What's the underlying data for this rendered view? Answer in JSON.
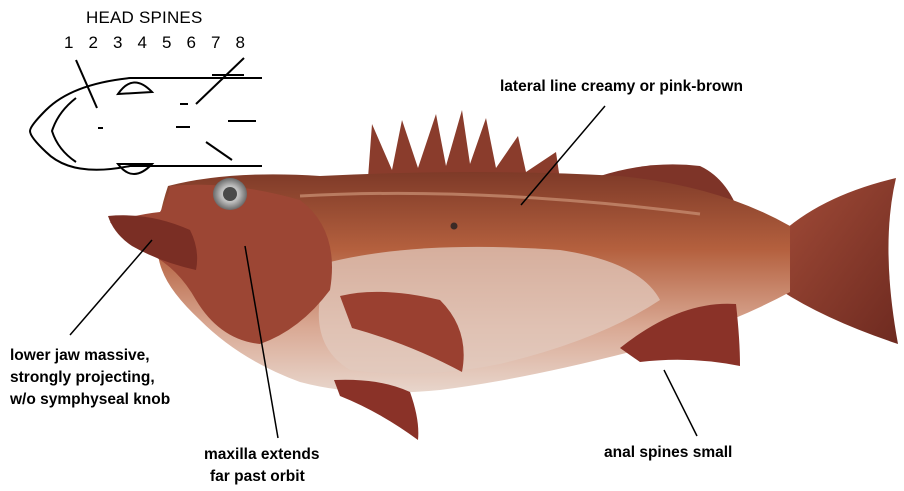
{
  "head_spines": {
    "title": "HEAD SPINES",
    "numbers": [
      "1",
      "2",
      "3",
      "4",
      "5",
      "6",
      "7",
      "8"
    ]
  },
  "labels": {
    "lateral_line": "lateral line creamy or pink-brown",
    "lower_jaw": [
      "lower jaw massive,",
      "strongly projecting,",
      "w/o symphyseal knob"
    ],
    "maxilla": [
      "maxilla extends",
      "far past orbit"
    ],
    "anal_spines": "anal spines small"
  },
  "colors": {
    "body": "#c06a4a",
    "belly": "#e8d6cc",
    "fin": "#8a3c2c",
    "back": "#8e4a34",
    "ink": "#000000"
  }
}
